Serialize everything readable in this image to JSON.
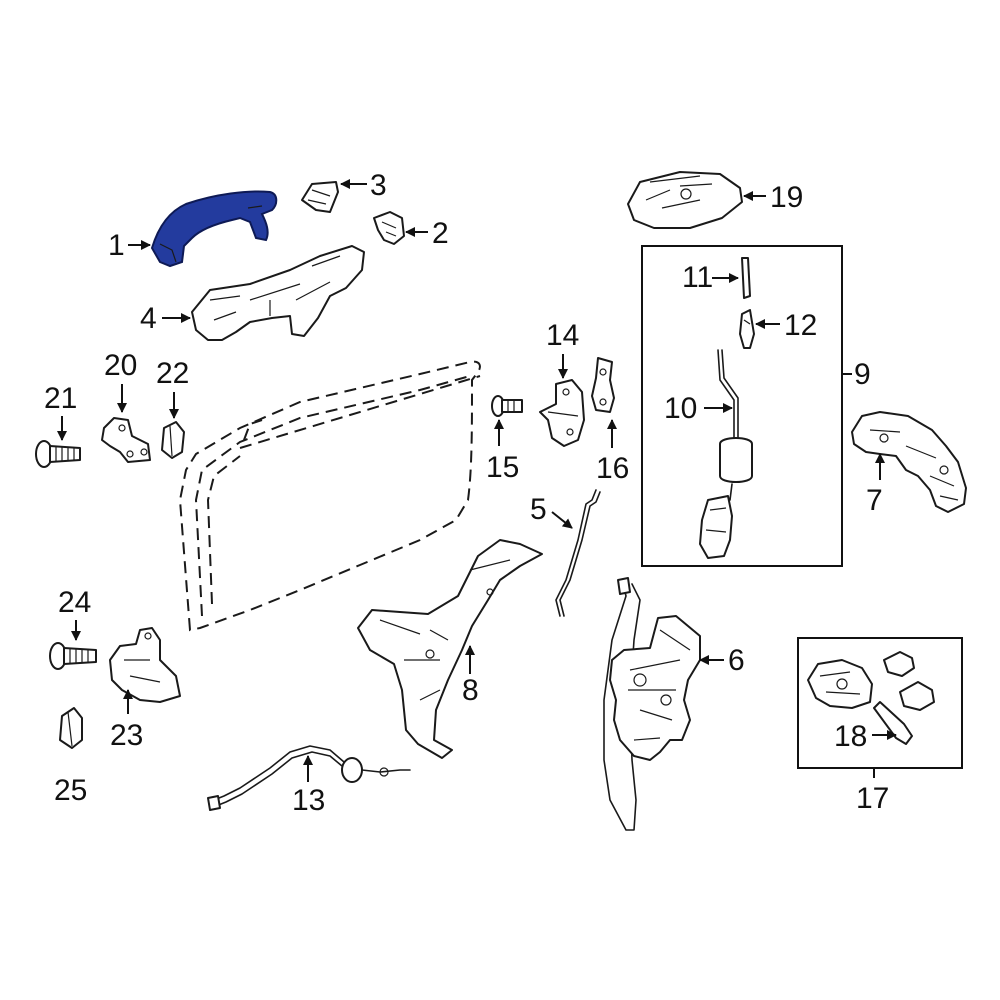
{
  "colors": {
    "highlight_fill": "#233b9e",
    "highlight_stroke": "#0e1a55",
    "line": "#1a1a1a",
    "background": "#ffffff"
  },
  "callouts": {
    "c1": "1",
    "c2": "2",
    "c3": "3",
    "c4": "4",
    "c5": "5",
    "c6": "6",
    "c7": "7",
    "c8": "8",
    "c9": "9",
    "c10": "10",
    "c11": "11",
    "c12": "12",
    "c13": "13",
    "c14": "14",
    "c15": "15",
    "c16": "16",
    "c17": "17",
    "c18": "18",
    "c19": "19",
    "c20": "20",
    "c21": "21",
    "c22": "22",
    "c23": "23",
    "c24": "24",
    "c25": "25"
  },
  "highlighted_part": "1"
}
